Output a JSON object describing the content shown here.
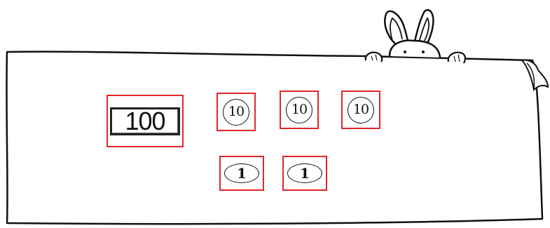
{
  "blocks": {
    "hundred": {
      "value": "100"
    },
    "tens": [
      {
        "value": "10"
      },
      {
        "value": "10"
      },
      {
        "value": "10"
      }
    ],
    "ones": [
      {
        "value": "1"
      },
      {
        "value": "1"
      }
    ]
  },
  "colors": {
    "highlight_border": "#e0262a",
    "ink": "#111111",
    "background": "#ffffff"
  },
  "decorations": {
    "mascot": "bunny-peeking-icon",
    "corner": "curled-corner-icon"
  }
}
